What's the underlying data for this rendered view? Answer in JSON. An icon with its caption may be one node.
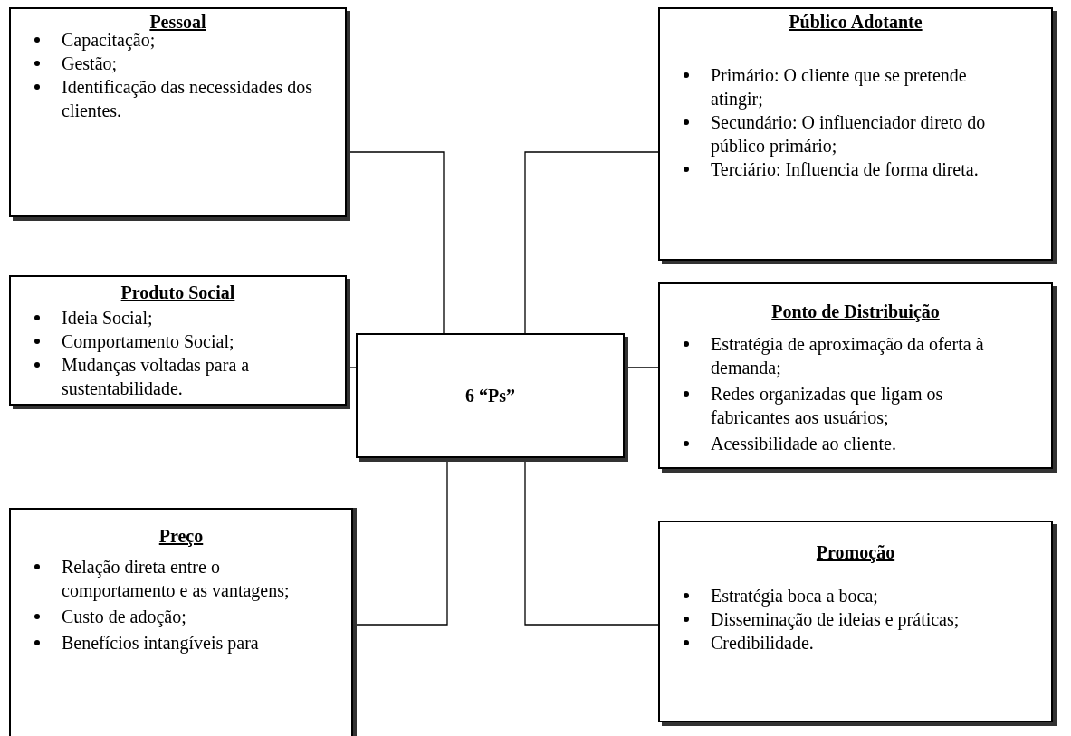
{
  "diagram": {
    "nodes": [
      {
        "text": [
          "Pessoal",
          "Capacitação;",
          "Gestão;",
          "Identificação das necessidades dos clientes."
        ]
      },
      {
        "text": [
          "Público Adotante",
          "Primário: O cliente que se pretende atingir;",
          "Secundário: O influenciador direto do público primário;",
          "Terciário: Influencia de forma direta."
        ]
      },
      {
        "text": [
          "Produto Social",
          "Ideia Social;",
          "Comportamento Social;",
          "Mudanças voltadas para a sustentabilidade."
        ]
      },
      {
        "text": [
          "6 “Ps”"
        ]
      },
      {
        "text": [
          "Ponto de Distribuição",
          "Estratégia de aproximação da oferta à demanda;",
          "Redes organizadas que ligam os fabricantes aos usuários;",
          "Acessibilidade ao cliente."
        ]
      },
      {
        "text": [
          "Preço",
          "Relação direta entre o comportamento e as vantagens;",
          "Custo de adoção;",
          "Benefícios intangíveis para"
        ]
      },
      {
        "text": [
          "Promoção",
          "Estratégia boca a boca;",
          "Disseminação de ideias e práticas;",
          "Credibilidade."
        ]
      }
    ],
    "edges": [
      {
        "from": 0,
        "to": 3,
        "arrow": "none"
      },
      {
        "from": 1,
        "to": 3,
        "arrow": "none"
      },
      {
        "from": 2,
        "to": 3,
        "arrow": "none"
      },
      {
        "from": 4,
        "to": 3,
        "arrow": "none"
      },
      {
        "from": 5,
        "to": 3,
        "arrow": "none"
      },
      {
        "from": 6,
        "to": 3,
        "arrow": "none"
      }
    ]
  }
}
